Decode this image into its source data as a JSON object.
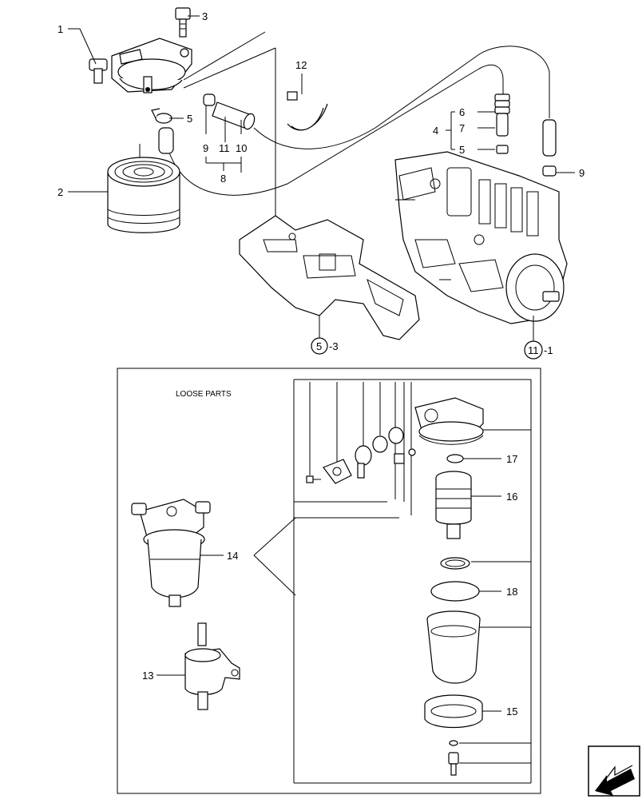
{
  "diagram": {
    "loose_parts_title": "LOOSE PARTS",
    "callouts": {
      "c1": "1",
      "c2": "2",
      "c3": "3",
      "c4": "4",
      "c5a": "5",
      "c5b": "5",
      "c6": "6",
      "c7": "7",
      "c8": "8",
      "c9a": "9",
      "c9b": "9",
      "c10": "10",
      "c11": "11",
      "c12": "12",
      "c13": "13",
      "c14": "14",
      "c15": "15",
      "c16": "16",
      "c17": "17",
      "c18": "18"
    },
    "circled_refs": {
      "ref_bracket": {
        "number": "5",
        "suffix": "-3"
      },
      "ref_pump": {
        "number": "11",
        "suffix": "-1"
      }
    },
    "nav_arrow_icon": "left-arrow-icon"
  }
}
